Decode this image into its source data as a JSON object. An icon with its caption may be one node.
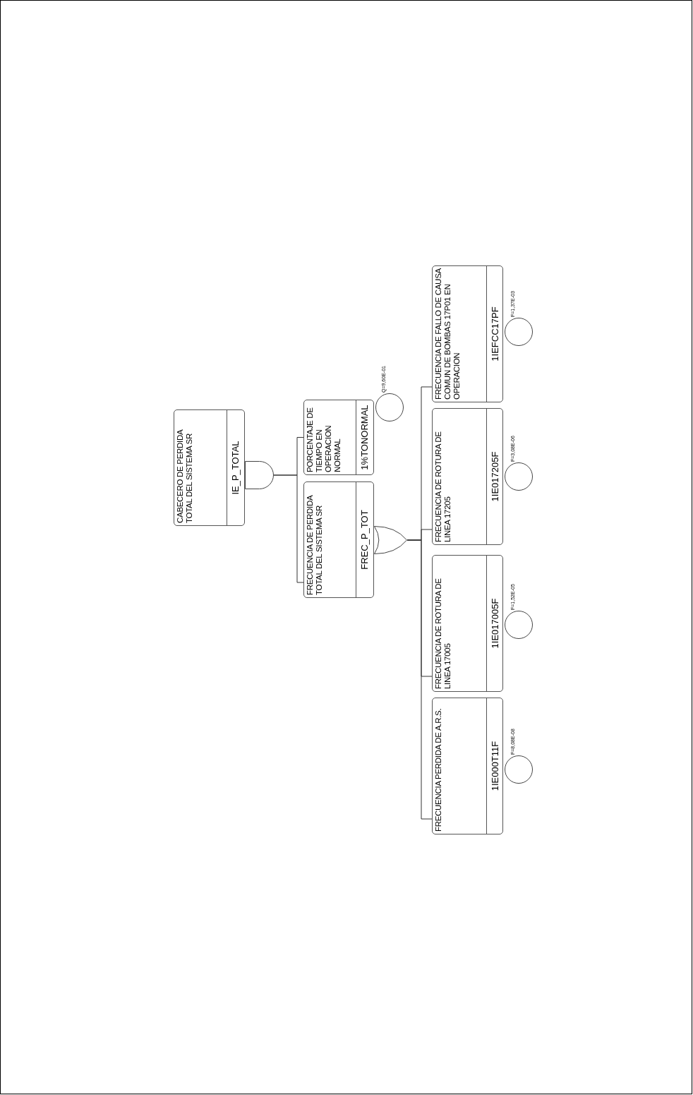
{
  "diagram": {
    "nodes": [
      {
        "text": [
          "CABECERO DE PERDIDA TOTAL DEL SISTEMA SR",
          "IE_P_TOTAL"
        ]
      },
      {
        "text": [],
        "shape": "and-gate"
      },
      {
        "text": [
          "FRECUENCIA DE PERDIDA TOTAL DEL SISTEMA SR",
          "FREC_P_TOT"
        ]
      },
      {
        "text": [
          "PORCENTAJE DE TIEMPO EN OPERACION NORMAL",
          "1%TONORMAL"
        ]
      },
      {
        "text": [],
        "shape": "or-gate"
      },
      {
        "text": [],
        "shape": "circle",
        "beside": [
          "Q=9,60E-01"
        ]
      },
      {
        "text": [
          "FRECUENCIA PERDIDA DE A.R.S.",
          "1IE000T11F"
        ]
      },
      {
        "text": [
          "FRECUENCIA DE ROTURA DE LINEA 17005",
          "1IE017005F"
        ]
      },
      {
        "text": [
          "FRECUENCIA DE ROTURA DE LINEA 17205",
          "1IE017205F"
        ]
      },
      {
        "text": [
          "FRECUENCIA DE FALLO DE CAUSA COMUN DE BOMBAS 17P01 EN OPERACION",
          "1IEFCC17PF"
        ]
      },
      {
        "text": [],
        "shape": "circle",
        "beside": [
          "F=8,08E-08"
        ]
      },
      {
        "text": [],
        "shape": "circle",
        "beside": [
          "F=1,52E-05"
        ]
      },
      {
        "text": [],
        "shape": "circle",
        "beside": [
          "F=3,08E-06"
        ]
      },
      {
        "text": [],
        "shape": "circle",
        "beside": [
          "F=1,37E-03"
        ]
      }
    ],
    "edges": [
      {
        "from": 1,
        "to": 2,
        "arrow": "none"
      },
      {
        "from": 1,
        "to": 3,
        "arrow": "none"
      },
      {
        "from": 4,
        "to": 6,
        "arrow": "none"
      },
      {
        "from": 4,
        "to": 7,
        "arrow": "none"
      },
      {
        "from": 4,
        "to": 8,
        "arrow": "none"
      },
      {
        "from": 4,
        "to": 9,
        "arrow": "none"
      }
    ]
  }
}
